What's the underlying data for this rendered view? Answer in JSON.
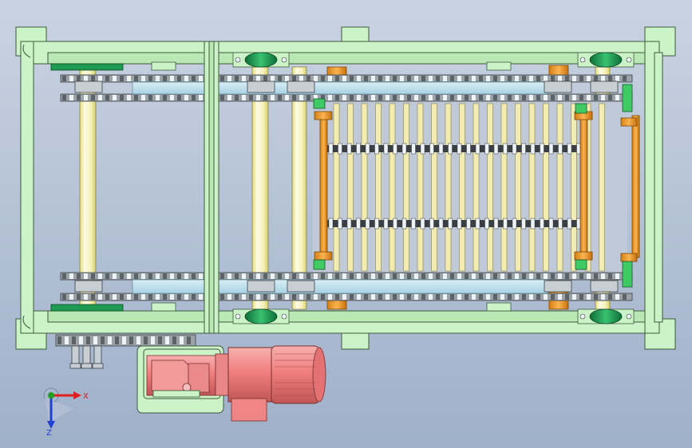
{
  "axis": {
    "x_label": "X",
    "z_label": "Z"
  },
  "colors": {
    "background_top": "#c9d3e2",
    "background_bottom": "#9fb0c9",
    "frame": "#ccf2c8",
    "frame_stroke": "#3c5a3c",
    "roller_light": "#fbfbe4",
    "roller_yellow": "#e9e27a",
    "chain": "#9ca3a8",
    "chain_dark": "#3a3f44",
    "chain_light": "#eef3f6",
    "belt_blue": "#c5e4f0",
    "orange": "#f0a030",
    "bearing_green": "#1f9a52",
    "motor": "#f07f7f",
    "motor_dark": "#b04a4a",
    "slat": "#f2ecb2",
    "axis_x": "#e02020",
    "axis_y": "#20a020",
    "axis_z": "#2040d0"
  },
  "components": [
    "frame",
    "rollers",
    "chains",
    "slats",
    "guides",
    "bearing-blocks",
    "gear-reducer",
    "motor",
    "coordinate-triad"
  ]
}
